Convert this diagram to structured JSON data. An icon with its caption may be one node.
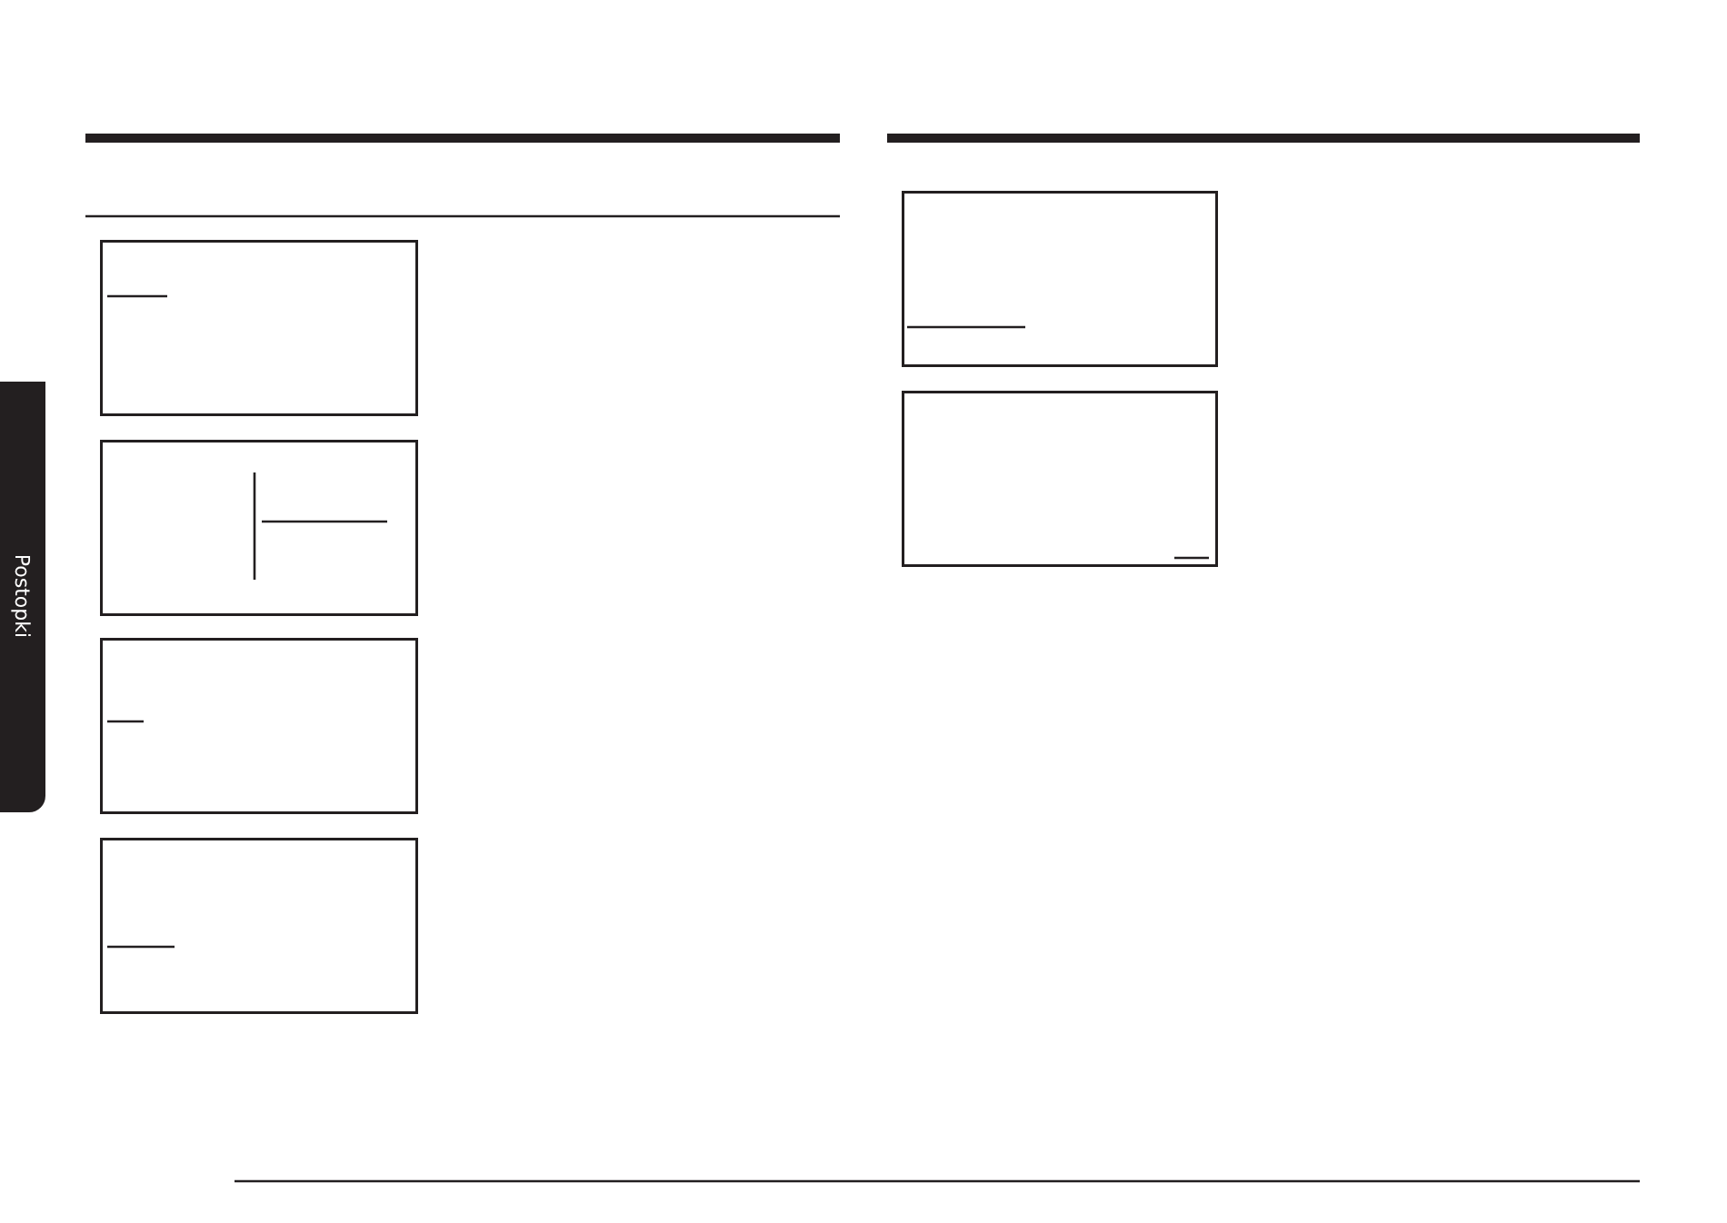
{
  "diagram": {
    "nodes": [
      {
        "text": [],
        "shape": "box"
      },
      {
        "text": [],
        "shape": "box"
      },
      {
        "text": [],
        "shape": "box"
      },
      {
        "text": [],
        "shape": "box"
      },
      {
        "text": [],
        "shape": "box"
      },
      {
        "text": [],
        "shape": "box"
      }
    ],
    "labels": [
      "Postopki"
    ]
  }
}
